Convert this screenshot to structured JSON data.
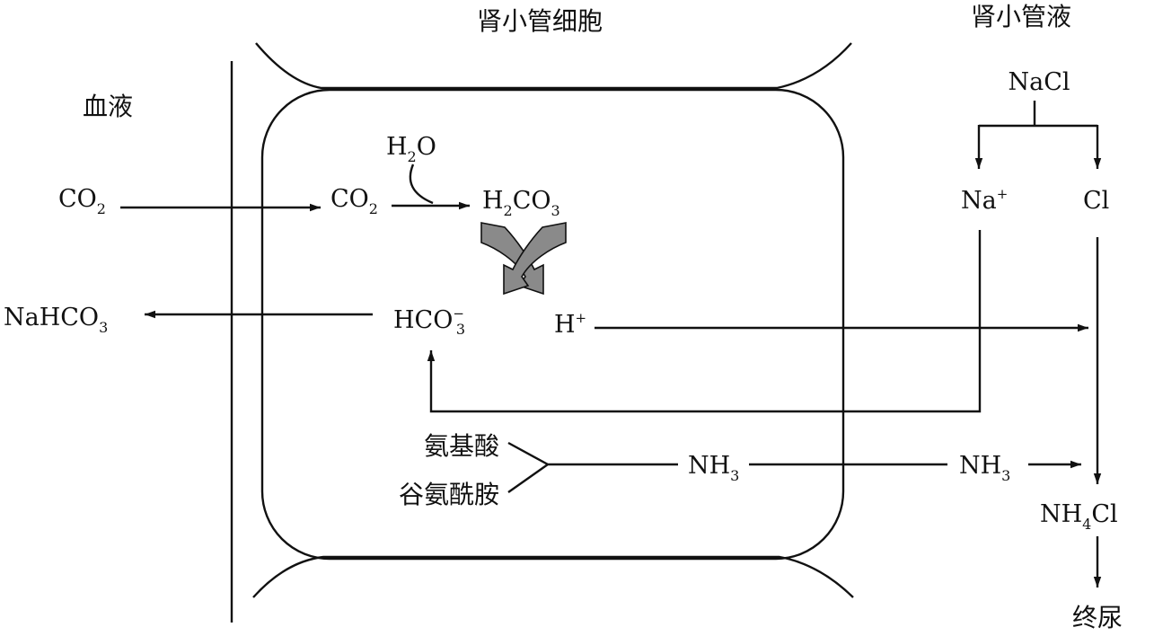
{
  "headings": {
    "cell": "肾小管细胞",
    "lumen": "肾小管液",
    "blood": "血液"
  },
  "molecules": {
    "blood_co2": {
      "base": "CO",
      "sub": "2"
    },
    "cell_co2": {
      "base": "CO",
      "sub": "2"
    },
    "water": {
      "pre": "H",
      "sub": "2",
      "post": "O"
    },
    "carbonic_acid": {
      "pre": "H",
      "sub1": "2",
      "mid": "CO",
      "sub2": "3"
    },
    "bicarbonate_cell": {
      "base": "HCO",
      "sub": "3",
      "sup": "−"
    },
    "bicarbonate_blood": {
      "base": "NaHCO",
      "sub": "3"
    },
    "proton": {
      "base": "H",
      "sup": "+"
    },
    "nacl": "NaCl",
    "sodium": {
      "base": "Na",
      "sup": "+"
    },
    "chloride": "Cl",
    "ammonia_cell": {
      "base": "NH",
      "sub": "3"
    },
    "ammonia_lumen": {
      "base": "NH",
      "sub": "3"
    },
    "ammonium_chloride": {
      "pre": "NH",
      "sub": "4",
      "post": "Cl"
    }
  },
  "sources": {
    "amino_acid": "氨基酸",
    "glutamine": "谷氨酰胺"
  },
  "final_urine": "终尿"
}
